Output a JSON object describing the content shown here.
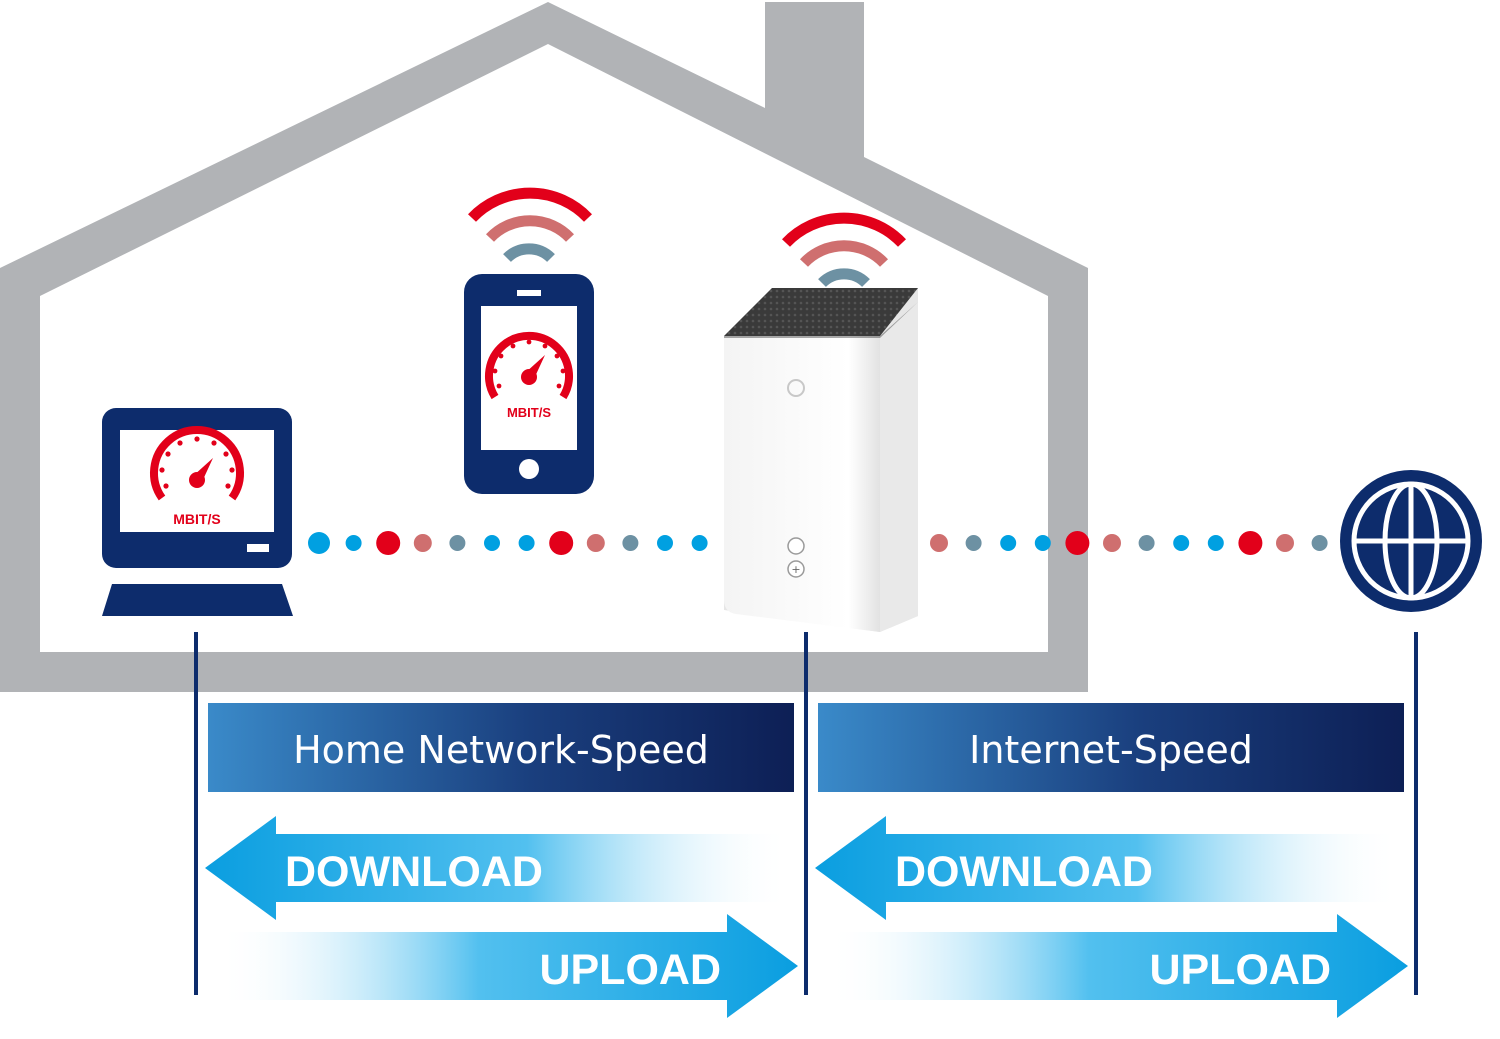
{
  "devices": {
    "laptop_badge": "MBIT/S",
    "phone_badge": "MBIT/S"
  },
  "bars": {
    "home": "Home Network-Speed",
    "internet": "Internet-Speed"
  },
  "arrows": {
    "home_download": "DOWNLOAD",
    "home_upload": "UPLOAD",
    "internet_download": "DOWNLOAD",
    "internet_upload": "UPLOAD"
  },
  "colors": {
    "house": "#b1b3b6",
    "navy": "#0d2c6c",
    "red": "#e2001a",
    "rose": "#cf6f6f",
    "slate": "#6d91a3",
    "cyan": "#00a0e1"
  },
  "dot_pattern_left": [
    "cyan",
    "cyan",
    "red",
    "rose",
    "slate",
    "cyan",
    "cyan",
    "red",
    "rose",
    "slate",
    "cyan",
    "cyan"
  ],
  "dot_pattern_right": [
    "rose",
    "slate",
    "cyan",
    "cyan",
    "red",
    "rose",
    "slate",
    "cyan",
    "cyan",
    "red",
    "rose",
    "slate"
  ]
}
